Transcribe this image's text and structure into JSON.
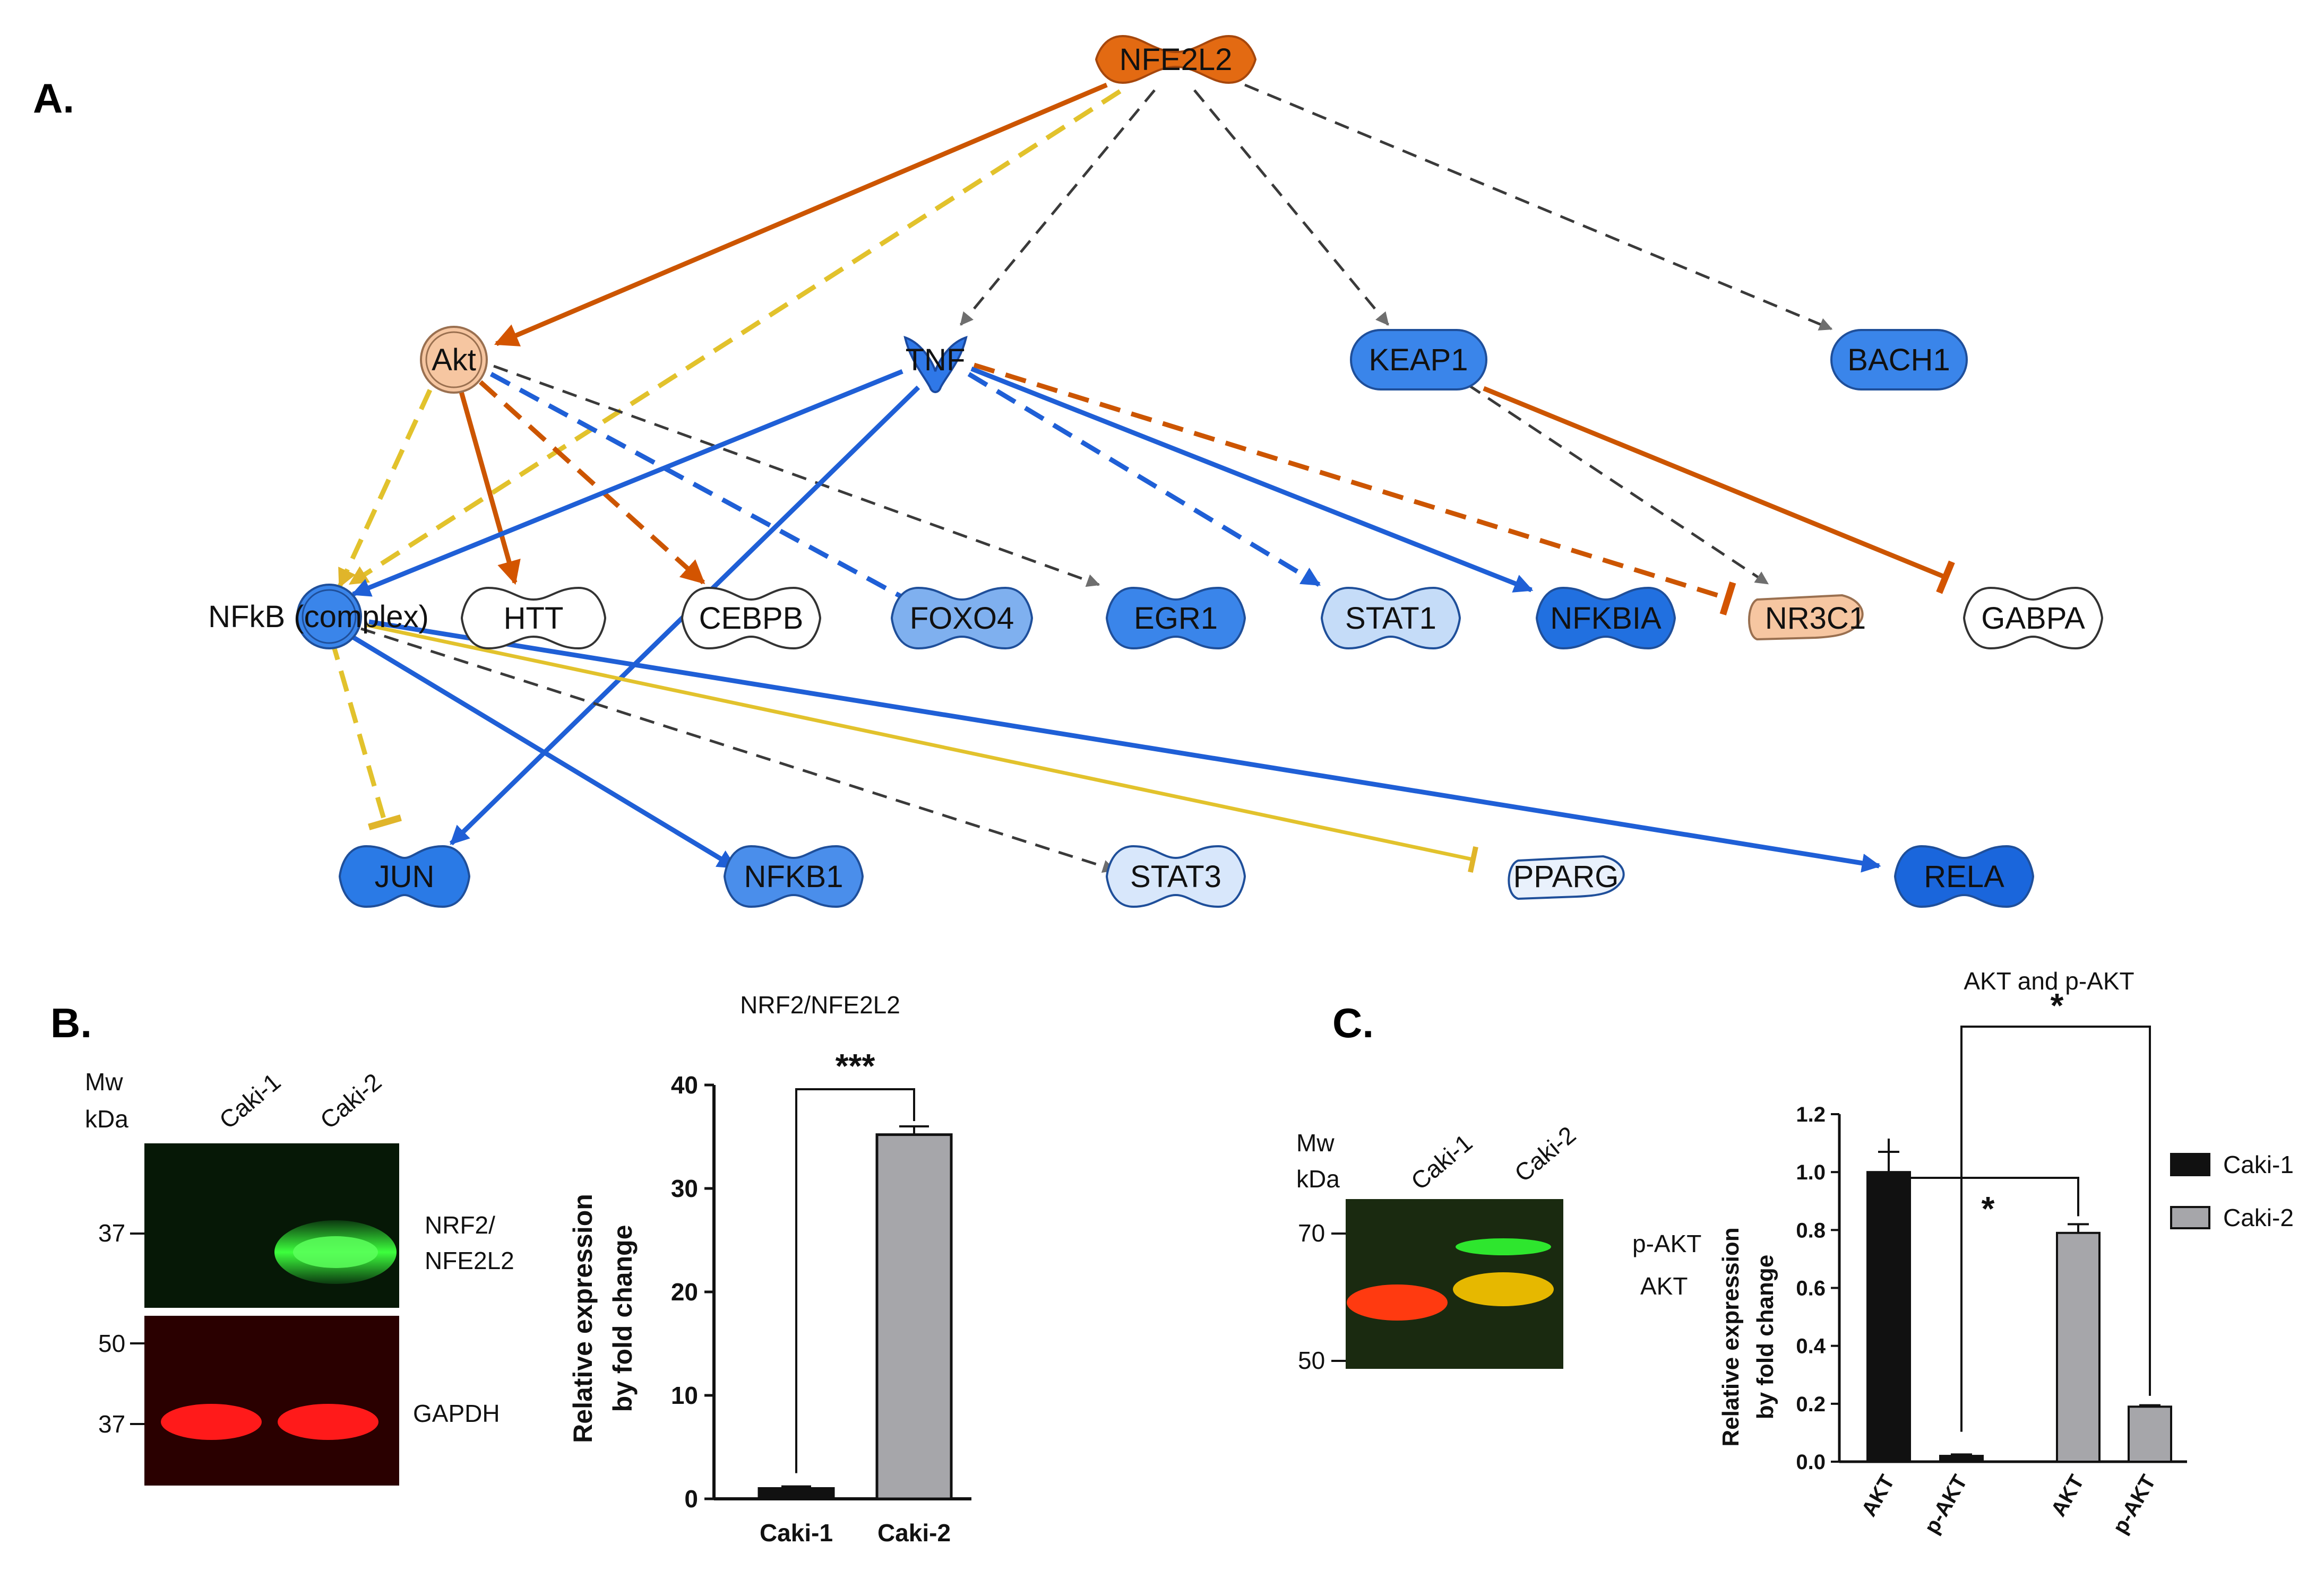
{
  "panel_labels": {
    "a": "A.",
    "b": "B.",
    "c": "C."
  },
  "network": {
    "nodes": {
      "nfe2l2": "NFE2L2",
      "akt": "Akt",
      "tnf": "TNF",
      "keap1": "KEAP1",
      "bach1": "BACH1",
      "nfkb_complex": "NFkB (complex)",
      "htt": "HTT",
      "cebpb": "CEBPB",
      "foxo4": "FOXO4",
      "egr1": "EGR1",
      "stat1": "STAT1",
      "nfkbia": "NFKBIA",
      "nr3c1": "NR3C1",
      "gabpa": "GABPA",
      "jun": "JUN",
      "nfkb1": "NFKB1",
      "stat3": "STAT3",
      "pparg": "PPARG",
      "rela": "RELA"
    }
  },
  "panel_b": {
    "blot": {
      "mw_label": "Mw",
      "kda_label": "kDa",
      "lane1": "Caki-1",
      "lane2": "Caki-2",
      "marker_37_top": "37",
      "marker_50": "50",
      "marker_37_bottom": "37",
      "band_top_line1": "NRF2/",
      "band_top_line2": "NFE2L2",
      "band_bottom": "GAPDH"
    },
    "chart_data": {
      "type": "bar",
      "title": "NRF2/NFE2L2",
      "categories": [
        "Caki-1",
        "Caki-2"
      ],
      "values": [
        1.0,
        35.2
      ],
      "errors": [
        0.2,
        0.8
      ],
      "colors": [
        "#111111",
        "#a6a6aa"
      ],
      "ylabel_line1": "Relative expression",
      "ylabel_line2": "by fold change",
      "ylim": [
        0,
        40
      ],
      "yticks": [
        "0",
        "10",
        "20",
        "30",
        "40"
      ],
      "significance": "***"
    }
  },
  "panel_c": {
    "blot": {
      "mw_label": "Mw",
      "kda_label": "kDa",
      "lane1": "Caki-1",
      "lane2": "Caki-2",
      "marker_70": "70",
      "marker_50": "50",
      "label_pakt": "p-AKT",
      "label_akt": "AKT"
    },
    "chart_data": {
      "type": "bar",
      "title": "AKT and p-AKT",
      "categories": [
        "AKT",
        "p-AKT",
        "AKT",
        "p-AKT"
      ],
      "series_of_bar": [
        "Caki-1",
        "Caki-1",
        "Caki-2",
        "Caki-2"
      ],
      "values": [
        1.0,
        0.02,
        0.79,
        0.19
      ],
      "errors": [
        0.07,
        0.005,
        0.03,
        0.005
      ],
      "colors": [
        "#111111",
        "#111111",
        "#a6a6aa",
        "#a6a6aa"
      ],
      "ylabel_line1": "Relative expression",
      "ylabel_line2": "by fold change",
      "ylim": [
        0,
        1.2
      ],
      "yticks": [
        "0.0",
        "0.2",
        "0.4",
        "0.6",
        "0.8",
        "1.0",
        "1.2"
      ],
      "legend": [
        {
          "name": "Caki-1",
          "color": "#111111"
        },
        {
          "name": "Caki-2",
          "color": "#a6a6aa"
        }
      ],
      "legend_position": "right",
      "sig_inner": "*",
      "sig_outer": "*"
    }
  }
}
